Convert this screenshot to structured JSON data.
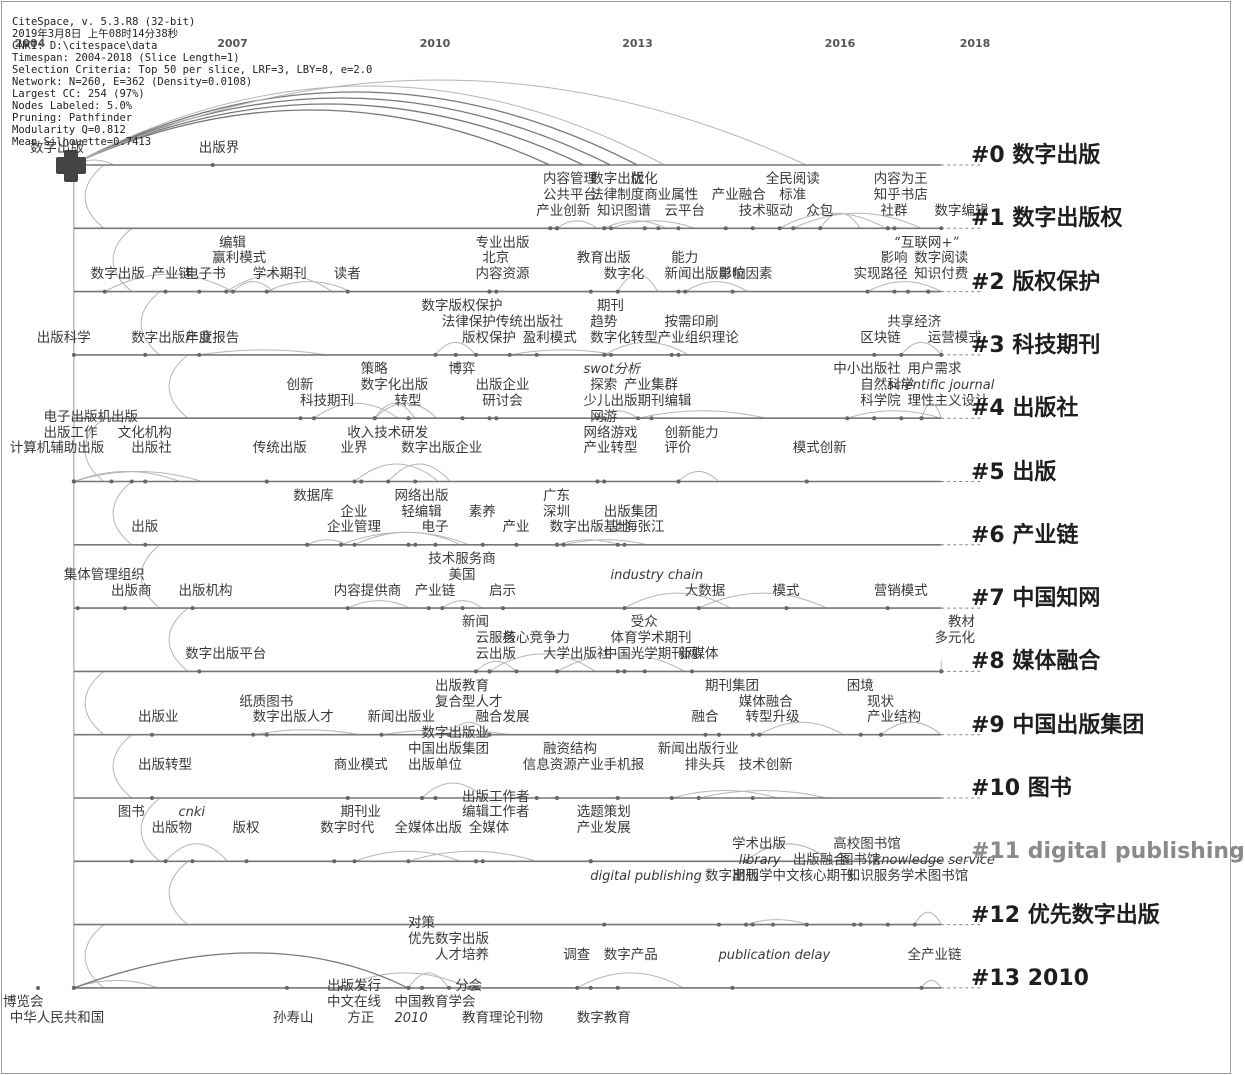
{
  "header": {
    "lines": [
      "CiteSpace, v. 5.3.R8 (32-bit)",
      "2019年3月8日 上午08时14分38秒",
      "CNKI: D:\\citespace\\data",
      "Timespan: 2004-2018 (Slice Length=1)",
      "Selection Criteria: Top 50 per slice, LRF=3, LBY=8, e=2.0",
      "Network: N=260, E=362 (Density=0.0108)",
      "Largest CC: 254 (97%)",
      "Nodes Labeled: 5.0%",
      "Pruning: Pathfinder",
      "Modularity Q=0.812",
      "Mean Silhouette=0.7413"
    ]
  },
  "years": [
    "2004",
    "2007",
    "2010",
    "2013",
    "2016",
    "2018"
  ],
  "timeline": {
    "type": "timeline",
    "start_year": 2004,
    "end_year": 2018
  },
  "colors": {
    "lane": "#777777",
    "arc": "#b5b5b5",
    "text": "#3a3a3a",
    "label": "#1e1e1e",
    "muted_label": "#8a8a8a"
  },
  "clusters": [
    {
      "label": "#0 数字出版",
      "muted": false,
      "lane_end": 2018,
      "kw": [
        {
          "t": "数字出版",
          "yr": 2004,
          "r": 2
        },
        {
          "t": "出版界",
          "yr": 2006.5,
          "r": 2
        }
      ]
    },
    {
      "label": "#1 数字出版权",
      "muted": false,
      "lane_end": 2018,
      "kw": [
        {
          "t": "内容管理",
          "yr": 2011.6,
          "r": 0
        },
        {
          "t": "数字出版",
          "yr": 2012.3,
          "r": 0
        },
        {
          "t": "优化",
          "yr": 2012.9,
          "r": 0
        },
        {
          "t": "全民阅读",
          "yr": 2014.9,
          "r": 0
        },
        {
          "t": "内容为王",
          "yr": 2016.5,
          "r": 0
        },
        {
          "t": "公共平台",
          "yr": 2011.6,
          "r": 1
        },
        {
          "t": "法律制度",
          "yr": 2012.3,
          "r": 1
        },
        {
          "t": "商业属性",
          "yr": 2013.1,
          "r": 1
        },
        {
          "t": "产业融合",
          "yr": 2014.1,
          "r": 1
        },
        {
          "t": "标准",
          "yr": 2015.1,
          "r": 1
        },
        {
          "t": "知乎书店",
          "yr": 2016.5,
          "r": 1
        },
        {
          "t": "产业创新",
          "yr": 2011.5,
          "r": 2
        },
        {
          "t": "知识图谱",
          "yr": 2012.4,
          "r": 2
        },
        {
          "t": "云平台",
          "yr": 2013.4,
          "r": 2
        },
        {
          "t": "技术驱动",
          "yr": 2014.5,
          "r": 2
        },
        {
          "t": "众包",
          "yr": 2015.5,
          "r": 2
        },
        {
          "t": "社群",
          "yr": 2016.6,
          "r": 2
        },
        {
          "t": "数字编辑",
          "yr": 2017.4,
          "r": 2
        }
      ]
    },
    {
      "label": "#2 版权保护",
      "muted": false,
      "lane_end": 2018,
      "kw": [
        {
          "t": "编辑",
          "yr": 2006.8,
          "r": 0
        },
        {
          "t": "专业出版",
          "yr": 2010.6,
          "r": 0
        },
        {
          "t": "“互联网+”",
          "yr": 2016.8,
          "r": 0
        },
        {
          "t": "赢利模式",
          "yr": 2006.7,
          "r": 1
        },
        {
          "t": "北京",
          "yr": 2010.7,
          "r": 1
        },
        {
          "t": "教育出版",
          "yr": 2012.1,
          "r": 1
        },
        {
          "t": "能力",
          "yr": 2013.5,
          "r": 1
        },
        {
          "t": "影响",
          "yr": 2016.6,
          "r": 1
        },
        {
          "t": "数字阅读",
          "yr": 2017.1,
          "r": 1
        },
        {
          "t": "数字出版",
          "yr": 2004.9,
          "r": 2
        },
        {
          "t": "产业链",
          "yr": 2005.8,
          "r": 2
        },
        {
          "t": "电子书",
          "yr": 2006.3,
          "r": 2
        },
        {
          "t": "学术期刊",
          "yr": 2007.3,
          "r": 2
        },
        {
          "t": "读者",
          "yr": 2008.5,
          "r": 2
        },
        {
          "t": "内容资源",
          "yr": 2010.6,
          "r": 2
        },
        {
          "t": "数字化",
          "yr": 2012.5,
          "r": 2
        },
        {
          "t": "新闻出版单位",
          "yr": 2013.4,
          "r": 2
        },
        {
          "t": "影响因素",
          "yr": 2014.2,
          "r": 2
        },
        {
          "t": "实现路径",
          "yr": 2016.2,
          "r": 2
        },
        {
          "t": "知识付费",
          "yr": 2017.1,
          "r": 2
        }
      ]
    },
    {
      "label": "#3 科技期刊",
      "muted": false,
      "lane_end": 2018,
      "kw": [
        {
          "t": "数字版权保护",
          "yr": 2009.8,
          "r": 0
        },
        {
          "t": "期刊",
          "yr": 2012.4,
          "r": 0
        },
        {
          "t": "法律保护",
          "yr": 2010.1,
          "r": 1
        },
        {
          "t": "传统出版社",
          "yr": 2010.9,
          "r": 1
        },
        {
          "t": "趋势",
          "yr": 2012.3,
          "r": 1
        },
        {
          "t": "按需印刷",
          "yr": 2013.4,
          "r": 1
        },
        {
          "t": "共享经济",
          "yr": 2016.7,
          "r": 1
        },
        {
          "t": "出版科学",
          "yr": 2004.1,
          "r": 2
        },
        {
          "t": "数字出版产业",
          "yr": 2005.5,
          "r": 2
        },
        {
          "t": "年度报告",
          "yr": 2006.3,
          "r": 2
        },
        {
          "t": "版权保护",
          "yr": 2010.4,
          "r": 2
        },
        {
          "t": "盈利模式",
          "yr": 2011.3,
          "r": 2
        },
        {
          "t": "数字化转型",
          "yr": 2012.3,
          "r": 2
        },
        {
          "t": "产业组织理论",
          "yr": 2013.3,
          "r": 2
        },
        {
          "t": "区块链",
          "yr": 2016.3,
          "r": 2
        },
        {
          "t": "运营模式",
          "yr": 2017.3,
          "r": 2
        }
      ]
    },
    {
      "label": "#4 出版社",
      "muted": false,
      "lane_end": 2018,
      "kw": [
        {
          "t": "策略",
          "yr": 2008.9,
          "r": 0
        },
        {
          "t": "博弈",
          "yr": 2010.2,
          "r": 0
        },
        {
          "t": "swot分析",
          "yr": 2012.2,
          "r": 0,
          "lat": true
        },
        {
          "t": "中小出版社",
          "yr": 2015.9,
          "r": 0
        },
        {
          "t": "用户需求",
          "yr": 2017.0,
          "r": 0
        },
        {
          "t": "创新",
          "yr": 2007.8,
          "r": 1
        },
        {
          "t": "数字化出版",
          "yr": 2008.9,
          "r": 1
        },
        {
          "t": "出版企业",
          "yr": 2010.6,
          "r": 1
        },
        {
          "t": "探索",
          "yr": 2012.3,
          "r": 1
        },
        {
          "t": "产业集群",
          "yr": 2012.8,
          "r": 1
        },
        {
          "t": "自然科学",
          "yr": 2016.3,
          "r": 1
        },
        {
          "t": "scientific journal",
          "yr": 2016.7,
          "r": 1,
          "lat": true
        },
        {
          "t": "科技期刊",
          "yr": 2008.0,
          "r": 2
        },
        {
          "t": "转型",
          "yr": 2009.4,
          "r": 2
        },
        {
          "t": "研讨会",
          "yr": 2010.7,
          "r": 2
        },
        {
          "t": "少儿出版",
          "yr": 2012.2,
          "r": 2
        },
        {
          "t": "期刊编辑",
          "yr": 2013.0,
          "r": 2
        },
        {
          "t": "科学院",
          "yr": 2016.3,
          "r": 2
        },
        {
          "t": "理性主义设计",
          "yr": 2017.0,
          "r": 2
        }
      ]
    },
    {
      "label": "#5 出版",
      "muted": false,
      "lane_end": 2018,
      "kw": [
        {
          "t": "电子出版",
          "yr": 2004.2,
          "r": -1
        },
        {
          "t": "机出版",
          "yr": 2005.0,
          "r": -1
        },
        {
          "t": "网游",
          "yr": 2012.3,
          "r": -1
        },
        {
          "t": "出版工作",
          "yr": 2004.2,
          "r": 0
        },
        {
          "t": "文化机构",
          "yr": 2005.3,
          "r": 0
        },
        {
          "t": "收入",
          "yr": 2008.7,
          "r": 0
        },
        {
          "t": "技术研发",
          "yr": 2009.1,
          "r": 0
        },
        {
          "t": "网络游戏",
          "yr": 2012.2,
          "r": 0
        },
        {
          "t": "创新能力",
          "yr": 2013.4,
          "r": 0
        },
        {
          "t": "计算机辅助出版",
          "yr": 2003.7,
          "r": 1
        },
        {
          "t": "出版社",
          "yr": 2005.5,
          "r": 1
        },
        {
          "t": "传统出版",
          "yr": 2007.3,
          "r": 1
        },
        {
          "t": "业界",
          "yr": 2008.6,
          "r": 1
        },
        {
          "t": "数字出版企业",
          "yr": 2009.5,
          "r": 1
        },
        {
          "t": "产业转型",
          "yr": 2012.2,
          "r": 1
        },
        {
          "t": "评价",
          "yr": 2013.4,
          "r": 1
        },
        {
          "t": "模式创新",
          "yr": 2015.3,
          "r": 1
        }
      ]
    },
    {
      "label": "#6 产业链",
      "muted": false,
      "lane_end": 2018,
      "kw": [
        {
          "t": "数据库",
          "yr": 2007.9,
          "r": 0
        },
        {
          "t": "网络出版",
          "yr": 2009.4,
          "r": 0
        },
        {
          "t": "广东",
          "yr": 2011.6,
          "r": 0
        },
        {
          "t": "企业",
          "yr": 2008.6,
          "r": 1
        },
        {
          "t": "轻编辑",
          "yr": 2009.5,
          "r": 1
        },
        {
          "t": "素养",
          "yr": 2010.5,
          "r": 1
        },
        {
          "t": "深圳",
          "yr": 2011.6,
          "r": 1
        },
        {
          "t": "出版集团",
          "yr": 2012.5,
          "r": 1
        },
        {
          "t": "出版",
          "yr": 2005.5,
          "r": 2
        },
        {
          "t": "企业管理",
          "yr": 2008.4,
          "r": 2
        },
        {
          "t": "电子",
          "yr": 2009.8,
          "r": 2
        },
        {
          "t": "产业",
          "yr": 2011.0,
          "r": 2
        },
        {
          "t": "数字出版基地",
          "yr": 2011.7,
          "r": 2
        },
        {
          "t": "上海张江",
          "yr": 2012.6,
          "r": 2
        }
      ]
    },
    {
      "label": "#7 中国知网",
      "muted": false,
      "lane_end": 2018,
      "kw": [
        {
          "t": "技术服务商",
          "yr": 2009.9,
          "r": 0
        },
        {
          "t": "集体管理组织",
          "yr": 2004.5,
          "r": 1
        },
        {
          "t": "美国",
          "yr": 2010.2,
          "r": 1
        },
        {
          "t": "industry chain",
          "yr": 2012.6,
          "r": 1,
          "lat": true
        },
        {
          "t": "出版商",
          "yr": 2005.2,
          "r": 2
        },
        {
          "t": "出版机构",
          "yr": 2006.2,
          "r": 2
        },
        {
          "t": "内容提供商",
          "yr": 2008.5,
          "r": 2
        },
        {
          "t": "产业链",
          "yr": 2009.7,
          "r": 2
        },
        {
          "t": "启示",
          "yr": 2010.8,
          "r": 2
        },
        {
          "t": "大数据",
          "yr": 2013.7,
          "r": 2
        },
        {
          "t": "模式",
          "yr": 2015.0,
          "r": 2
        },
        {
          "t": "营销模式",
          "yr": 2016.5,
          "r": 2
        }
      ]
    },
    {
      "label": "#8 媒体融合",
      "muted": false,
      "lane_end": 2018,
      "kw": [
        {
          "t": "新闻",
          "yr": 2010.4,
          "r": 0
        },
        {
          "t": "受众",
          "yr": 2012.9,
          "r": 0
        },
        {
          "t": "教材",
          "yr": 2017.6,
          "r": 0
        },
        {
          "t": "云服务",
          "yr": 2010.6,
          "r": 1
        },
        {
          "t": "核心竞争力",
          "yr": 2011.0,
          "r": 1
        },
        {
          "t": "体育学术期刊",
          "yr": 2012.6,
          "r": 1
        },
        {
          "t": "多元化",
          "yr": 2017.4,
          "r": 1
        },
        {
          "t": "数字出版平台",
          "yr": 2006.3,
          "r": 2
        },
        {
          "t": "云出版",
          "yr": 2010.6,
          "r": 2
        },
        {
          "t": "大学出版社",
          "yr": 2011.6,
          "r": 2
        },
        {
          "t": "中国光学期刊网",
          "yr": 2012.5,
          "r": 2
        },
        {
          "t": "新媒体",
          "yr": 2013.6,
          "r": 2
        }
      ]
    },
    {
      "label": "#9 中国出版集团",
      "muted": false,
      "lane_end": 2018,
      "kw": [
        {
          "t": "出版教育",
          "yr": 2010.0,
          "r": 0
        },
        {
          "t": "期刊集团",
          "yr": 2014.0,
          "r": 0
        },
        {
          "t": "困境",
          "yr": 2016.1,
          "r": 0
        },
        {
          "t": "纸质图书",
          "yr": 2007.1,
          "r": 1
        },
        {
          "t": "复合型人才",
          "yr": 2010.0,
          "r": 1
        },
        {
          "t": "媒体融合",
          "yr": 2014.5,
          "r": 1
        },
        {
          "t": "现状",
          "yr": 2016.4,
          "r": 1
        },
        {
          "t": "出版业",
          "yr": 2005.6,
          "r": 2
        },
        {
          "t": "数字出版人才",
          "yr": 2007.3,
          "r": 2
        },
        {
          "t": "新闻出版业",
          "yr": 2009.0,
          "r": 2
        },
        {
          "t": "融合发展",
          "yr": 2010.6,
          "r": 2
        },
        {
          "t": "融合",
          "yr": 2013.8,
          "r": 2
        },
        {
          "t": "转型升级",
          "yr": 2014.6,
          "r": 2
        },
        {
          "t": "产业结构",
          "yr": 2016.4,
          "r": 2
        }
      ]
    },
    {
      "label": "#10 图书",
      "muted": false,
      "lane_end": 2018,
      "kw": [
        {
          "t": "数字出版业",
          "yr": 2009.8,
          "r": -1
        },
        {
          "t": "中国出版集团",
          "yr": 2009.6,
          "r": 0
        },
        {
          "t": "融资结构",
          "yr": 2011.6,
          "r": 0
        },
        {
          "t": "新闻出版行业",
          "yr": 2013.3,
          "r": 0
        },
        {
          "t": "出版转型",
          "yr": 2005.6,
          "r": 1
        },
        {
          "t": "商业模式",
          "yr": 2008.5,
          "r": 1
        },
        {
          "t": "出版单位",
          "yr": 2009.6,
          "r": 1
        },
        {
          "t": "信息资源产业",
          "yr": 2011.3,
          "r": 1
        },
        {
          "t": "手机报",
          "yr": 2012.5,
          "r": 1
        },
        {
          "t": "排头兵",
          "yr": 2013.7,
          "r": 1
        },
        {
          "t": "技术创新",
          "yr": 2014.5,
          "r": 1
        }
      ]
    },
    {
      "label": "#11 digital publishing",
      "muted": true,
      "lane_end": 2018,
      "kw": [
        {
          "t": "出版工作者",
          "yr": 2010.4,
          "r": -1
        },
        {
          "t": "图书",
          "yr": 2005.3,
          "r": 0
        },
        {
          "t": "cnki",
          "yr": 2006.2,
          "r": 0,
          "lat": true
        },
        {
          "t": "期刊业",
          "yr": 2008.6,
          "r": 0
        },
        {
          "t": "编辑工作者",
          "yr": 2010.4,
          "r": 0
        },
        {
          "t": "选题策划",
          "yr": 2012.1,
          "r": 0
        },
        {
          "t": "出版物",
          "yr": 2005.8,
          "r": 1
        },
        {
          "t": "版权",
          "yr": 2007.0,
          "r": 1
        },
        {
          "t": "数字时代",
          "yr": 2008.3,
          "r": 1
        },
        {
          "t": "全媒体出版",
          "yr": 2009.4,
          "r": 1
        },
        {
          "t": "全媒体",
          "yr": 2010.5,
          "r": 1
        },
        {
          "t": "产业发展",
          "yr": 2012.1,
          "r": 1
        },
        {
          "t": "学术出版",
          "yr": 2014.4,
          "r": 2
        },
        {
          "t": "高校图书馆",
          "yr": 2015.9,
          "r": 2
        }
      ]
    },
    {
      "label": "#12 优先数字出版",
      "muted": false,
      "lane_end": 2018,
      "kw": [
        {
          "t": "library",
          "yr": 2014.5,
          "r": -1,
          "lat": true
        },
        {
          "t": "出版融合",
          "yr": 2015.3,
          "r": -1
        },
        {
          "t": "图书馆",
          "yr": 2016.0,
          "r": -1
        },
        {
          "t": "knowledge service",
          "yr": 2016.5,
          "r": -1,
          "lat": true
        },
        {
          "t": "digital publishing",
          "yr": 2012.3,
          "r": 0,
          "lat": true
        },
        {
          "t": "数字出版",
          "yr": 2014.0,
          "r": 0
        },
        {
          "t": "期刊",
          "yr": 2014.4,
          "r": 0
        },
        {
          "t": "学中文核心期刊",
          "yr": 2014.8,
          "r": 0
        },
        {
          "t": "知识服务",
          "yr": 2016.1,
          "r": 0
        },
        {
          "t": "学术图书馆",
          "yr": 2016.9,
          "r": 0
        }
      ]
    },
    {
      "label": "#13 2010",
      "muted": false,
      "lane_end": 2018,
      "kw": [
        {
          "t": "对策",
          "yr": 2009.6,
          "r": -1
        },
        {
          "t": "优先数字出版",
          "yr": 2009.6,
          "r": 0
        },
        {
          "t": "人才培养",
          "yr": 2010.0,
          "r": 1
        },
        {
          "t": "调查",
          "yr": 2011.9,
          "r": 1
        },
        {
          "t": "数字产品",
          "yr": 2012.5,
          "r": 1
        },
        {
          "t": "publication delay",
          "yr": 2014.2,
          "r": 1,
          "lat": true
        },
        {
          "t": "全产业链",
          "yr": 2017.0,
          "r": 1
        },
        {
          "t": "出版发行",
          "yr": 2008.4,
          "r": 3
        },
        {
          "t": "分会",
          "yr": 2010.3,
          "r": 3
        },
        {
          "t": "中文在线",
          "yr": 2008.4,
          "r": 4
        },
        {
          "t": "中国教育学会",
          "yr": 2009.4,
          "r": 4
        },
        {
          "t": "博览会",
          "yr": 2003.6,
          "r": 4
        },
        {
          "t": "中华人民共和国",
          "yr": 2003.7,
          "r": 5
        },
        {
          "t": "孙寿山",
          "yr": 2007.6,
          "r": 5
        },
        {
          "t": "方正",
          "yr": 2008.7,
          "r": 5
        },
        {
          "t": "2010",
          "yr": 2009.4,
          "r": 5,
          "lat": true
        },
        {
          "t": "教育理论刊物",
          "yr": 2010.4,
          "r": 5
        },
        {
          "t": "数字教育",
          "yr": 2012.1,
          "r": 5
        }
      ]
    }
  ]
}
